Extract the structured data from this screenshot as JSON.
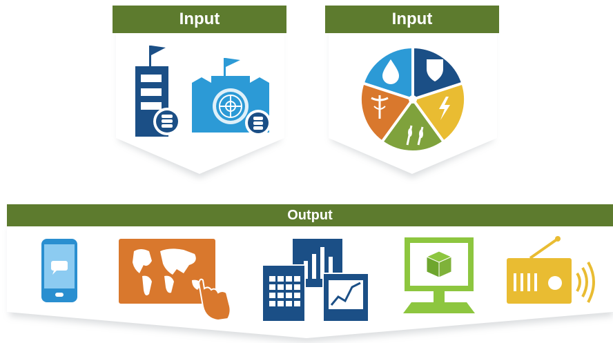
{
  "input_left": {
    "header": "Input",
    "icons": [
      "building-flag-database-icon",
      "un-building-flag-database-icon"
    ]
  },
  "input_right": {
    "header": "Input",
    "icons": [
      "water-slice-icon",
      "security-shield-slice-icon",
      "energy-bolt-slice-icon",
      "agriculture-wheat-slice-icon",
      "health-caduceus-slice-icon"
    ]
  },
  "output": {
    "header": "Output",
    "icons": [
      "mobile-phone-chat-icon",
      "tablet-world-map-touch-icon",
      "documents-charts-icon",
      "computer-3d-cube-icon",
      "radio-broadcast-icon"
    ]
  },
  "colors": {
    "header_green": "#5d7b2e",
    "navy": "#1b4f86",
    "light_blue": "#2c9ad6",
    "orange": "#d9782d",
    "yellow": "#e9bc32",
    "green": "#7fa23c",
    "lime": "#8dc63f",
    "phone_blue": "#2a8fd0"
  }
}
